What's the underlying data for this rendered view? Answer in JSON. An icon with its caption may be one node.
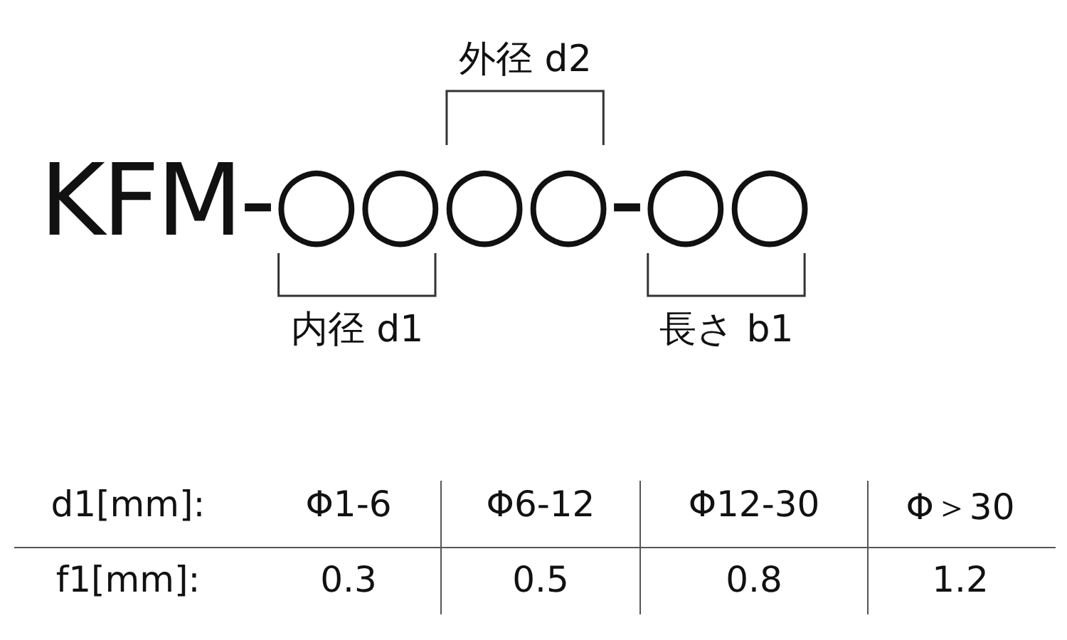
{
  "diagram": {
    "labels": [
      "KFM-○○○○-○○",
      "外径 d2",
      "内径 d1",
      "長さ b1",
      "d1[mm]:",
      "Φ1-6",
      "Φ6-12",
      "Φ12-30",
      "Φ＞30",
      "f1[mm]:",
      "0.3",
      "0.5",
      "0.8",
      "1.2"
    ]
  }
}
